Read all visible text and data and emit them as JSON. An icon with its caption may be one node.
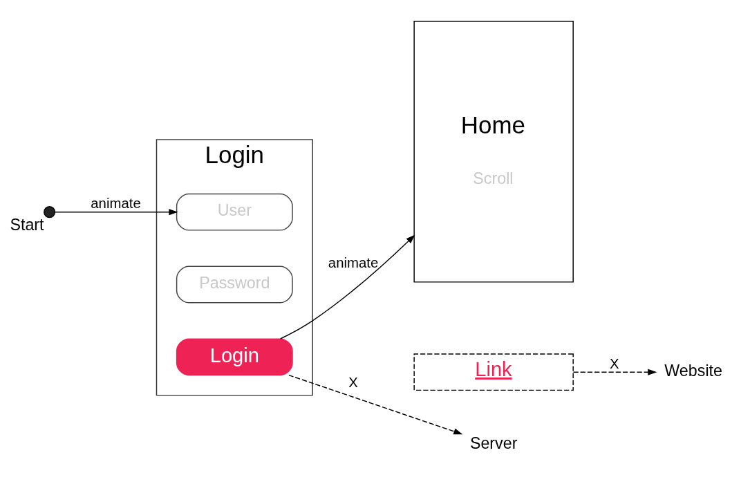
{
  "diagram": {
    "nodes": [
      {
        "text": [],
        "shape": "circle",
        "beside": [
          "Start"
        ]
      },
      {
        "text": [
          "Login"
        ]
      },
      {
        "text": [
          "User"
        ],
        "in": 1
      },
      {
        "text": [
          "Password"
        ],
        "in": 1
      },
      {
        "text": [
          "Login"
        ],
        "in": 1
      },
      {
        "text": [
          "Home",
          "Scroll"
        ]
      },
      {
        "text": [
          "Link"
        ]
      },
      {
        "text": [
          "Server"
        ]
      },
      {
        "text": [
          "Website"
        ]
      }
    ],
    "edges": [
      {
        "from": 0,
        "to": 2,
        "arrow": "to",
        "label": "animate"
      },
      {
        "from": 4,
        "to": 5,
        "arrow": "to",
        "label": "animate"
      },
      {
        "from": 4,
        "to": 7,
        "arrow": "to",
        "label": "X",
        "style": "dashed"
      },
      {
        "from": 6,
        "to": 8,
        "arrow": "to",
        "label": "X",
        "style": "dashed"
      }
    ]
  }
}
